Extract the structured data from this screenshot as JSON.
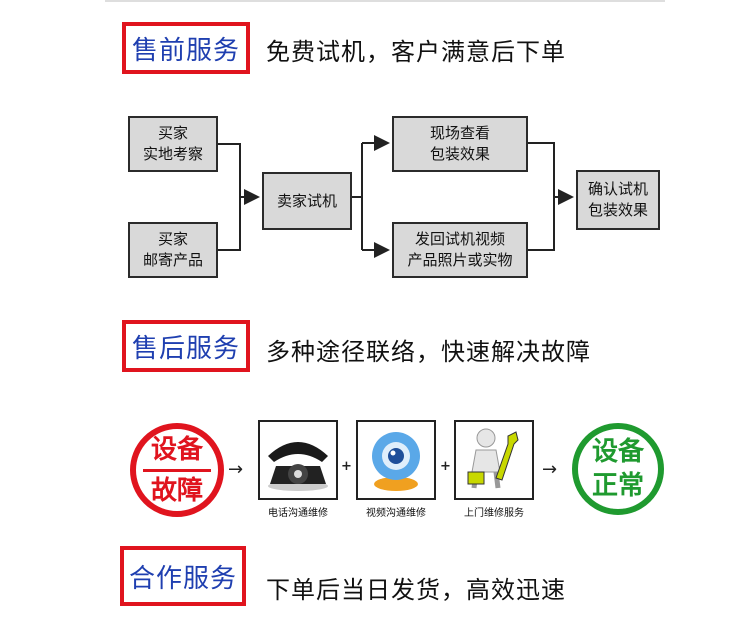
{
  "sections": {
    "presale": {
      "label": "售前服务",
      "desc": "免费试机，客户满意后下单"
    },
    "aftersale": {
      "label": "售后服务",
      "desc": "多种途径联络，快速解决故障"
    },
    "cooperation": {
      "label": "合作服务",
      "desc": "下单后当日发货，高效迅速"
    }
  },
  "flow": {
    "buyer_visit": [
      "买家",
      "实地考察"
    ],
    "buyer_mail": [
      "买家",
      "邮寄产品"
    ],
    "seller_test": [
      "卖家试机"
    ],
    "onsite_check": [
      "现场查看",
      "包装效果"
    ],
    "send_back": [
      "发回试机视频",
      "产品照片或实物"
    ],
    "confirm": [
      "确认试机",
      "包装效果"
    ]
  },
  "repair": {
    "fault": [
      "设备",
      "故障"
    ],
    "normal": [
      "设备",
      "正常"
    ],
    "phone_caption": "电话沟通维修",
    "video_caption": "视频沟通维修",
    "onsite_caption": "上门维修服务"
  },
  "colors": {
    "label_border": "#e0141e",
    "label_text": "#1f3fb0",
    "box_fill": "#d9d9d9",
    "fault_red": "#e0141e",
    "normal_green": "#1f9a2f"
  }
}
